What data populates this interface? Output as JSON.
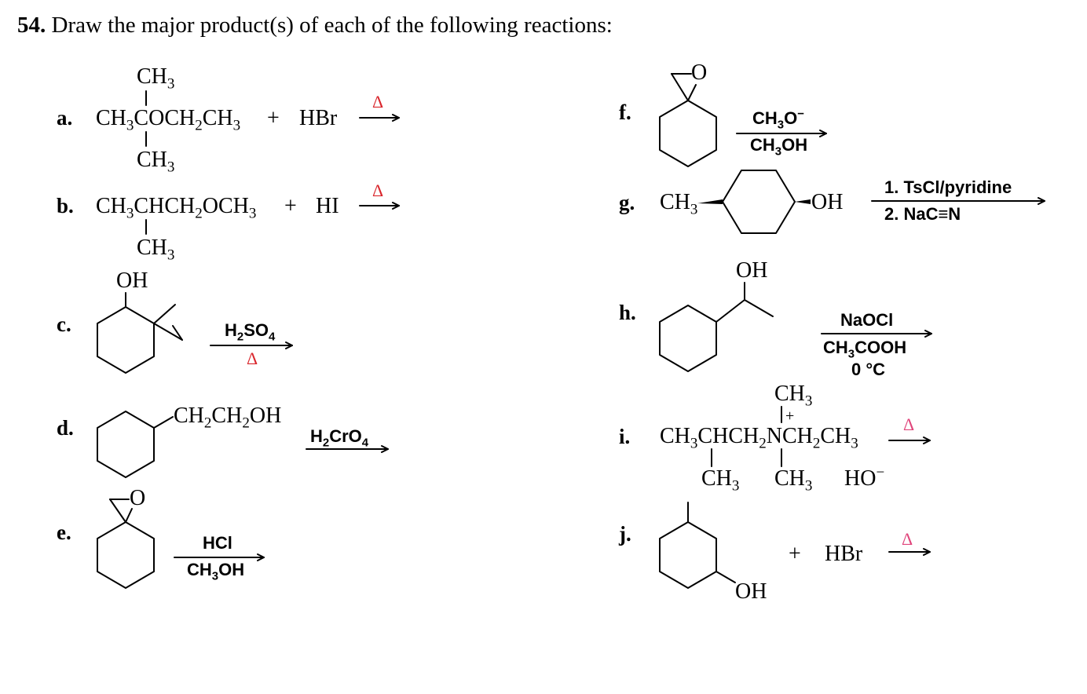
{
  "question": {
    "number": "54.",
    "instruction": "Draw the major product(s) of each of the following reactions:"
  },
  "labels": {
    "a": "a.",
    "b": "b.",
    "c": "c.",
    "d": "d.",
    "e": "e.",
    "f": "f.",
    "g": "g.",
    "h": "h.",
    "i": "i.",
    "j": "j."
  },
  "reactions": {
    "a": {
      "top": "CH",
      "top_sub": "3",
      "main_1": "CH",
      "main_1s": "3",
      "main_2": "COCH",
      "main_2s": "2",
      "main_3": "CH",
      "main_3s": "3",
      "plus": "+",
      "reagent": "HBr",
      "bottom": "CH",
      "bottom_sub": "3",
      "heat": "Δ"
    },
    "b": {
      "main_1": "CH",
      "main_1s": "3",
      "main_2": "CHCH",
      "main_2s": "2",
      "main_3": "OCH",
      "main_3s": "3",
      "plus": "+",
      "reagent": "HI",
      "bottom": "CH",
      "bottom_sub": "3",
      "heat": "Δ"
    },
    "c": {
      "oh": "OH",
      "reagent_1": "H",
      "reagent_1s": "2",
      "reagent_2": "SO",
      "reagent_2s": "4",
      "heat": "Δ"
    },
    "d": {
      "chain_1": "CH",
      "chain_1s": "2",
      "chain_2": "CH",
      "chain_2s": "2",
      "chain_3": "OH",
      "reagent_1": "H",
      "reagent_1s": "2",
      "reagent_2": "CrO",
      "reagent_2s": "4"
    },
    "e": {
      "o": "O",
      "reagent_top": "HCl",
      "reagent_bot_1": "CH",
      "reagent_bot_1s": "3",
      "reagent_bot_2": "OH"
    },
    "f": {
      "o": "O",
      "reagent_top_1": "CH",
      "reagent_top_1s": "3",
      "reagent_top_2": "O",
      "reagent_top_sup": "−",
      "reagent_bot_1": "CH",
      "reagent_bot_1s": "3",
      "reagent_bot_2": "OH"
    },
    "g": {
      "left_1": "CH",
      "left_1s": "3",
      "right": "OH",
      "reagent_1": "1. TsCl/pyridine",
      "reagent_2": "2. NaC≡N"
    },
    "h": {
      "oh": "OH",
      "reagent_1": "NaOCl",
      "reagent_2_1": "CH",
      "reagent_2_1s": "3",
      "reagent_2_2": "COOH",
      "reagent_3": "0 °C"
    },
    "i": {
      "top": "CH",
      "top_sub": "3",
      "charge": "+",
      "main_1": "CH",
      "main_1s": "3",
      "main_2": "CHCH",
      "main_2s": "2",
      "main_3": "NCH",
      "main_3s": "2",
      "main_4": "CH",
      "main_4s": "3",
      "bottom_1": "CH",
      "bottom_1s": "3",
      "bottom_2": "CH",
      "bottom_2s": "3",
      "anion": "HO",
      "anion_sup": "−",
      "heat": "Δ"
    },
    "j": {
      "oh": "OH",
      "plus": "+",
      "reagent": "HBr",
      "heat": "Δ"
    }
  },
  "colors": {
    "heat_red": "#d9262c",
    "heat_pink": "#e0457b",
    "ink": "#000000"
  }
}
